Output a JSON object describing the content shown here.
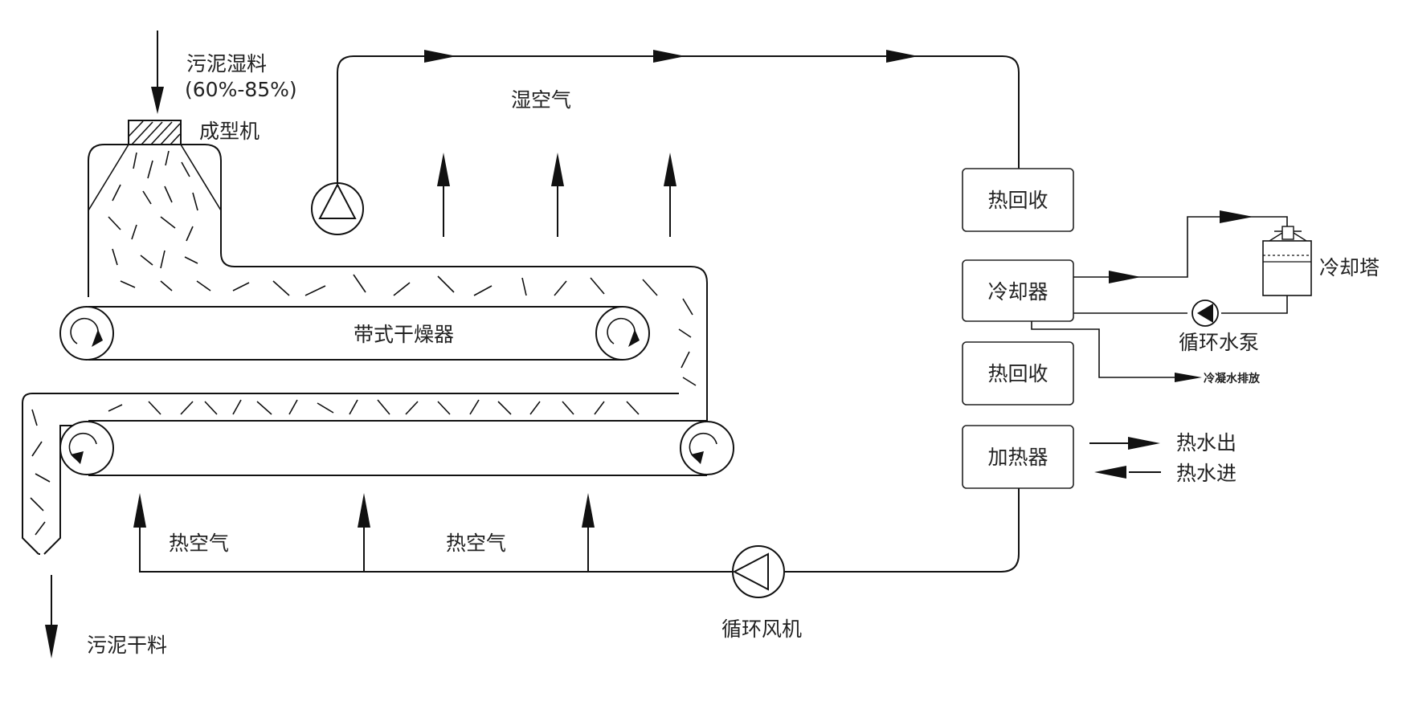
{
  "labels": {
    "wet_sludge": "污泥湿料",
    "moisture_range": "(60%-85%)",
    "forming_machine": "成型机",
    "humid_air": "湿空气",
    "belt_dryer": "带式干燥器",
    "heat_recovery_top": "热回收",
    "cooler": "冷却器",
    "cooling_tower": "冷却塔",
    "circulating_pump": "循环水泵",
    "condensate_discharge": "冷凝水排放",
    "heat_recovery_bottom": "热回收",
    "heater": "加热器",
    "hot_water_out": "热水出",
    "hot_water_in": "热水进",
    "hot_air_left": "热空气",
    "hot_air_mid": "热空气",
    "circulating_fan": "循环风机",
    "dry_sludge": "污泥干料"
  }
}
